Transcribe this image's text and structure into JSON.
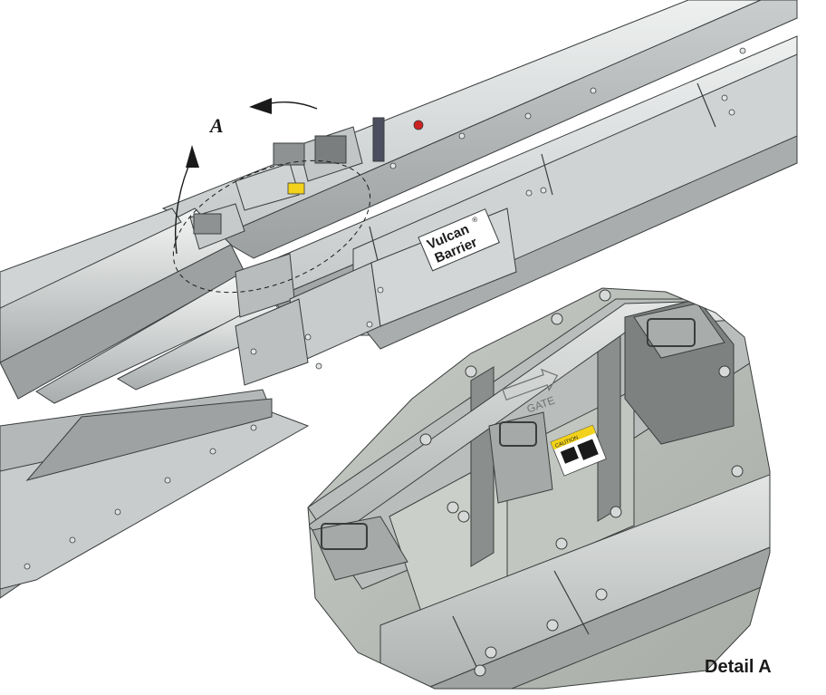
{
  "labels": {
    "callout": "A",
    "detail_caption": "Detail A",
    "brand_line1": "Vulcan",
    "brand_reg": "®",
    "brand_line2": "Barrier",
    "gate_marking": "GATE",
    "caution_label": "CAUTION"
  },
  "colors": {
    "steel_light": "#d9dcdc",
    "steel_mid": "#b8bcbc",
    "steel_dark": "#8e9292",
    "shadow": "#5e6262",
    "outline": "#3a3d3d",
    "caution_yellow": "#f2d21b"
  }
}
